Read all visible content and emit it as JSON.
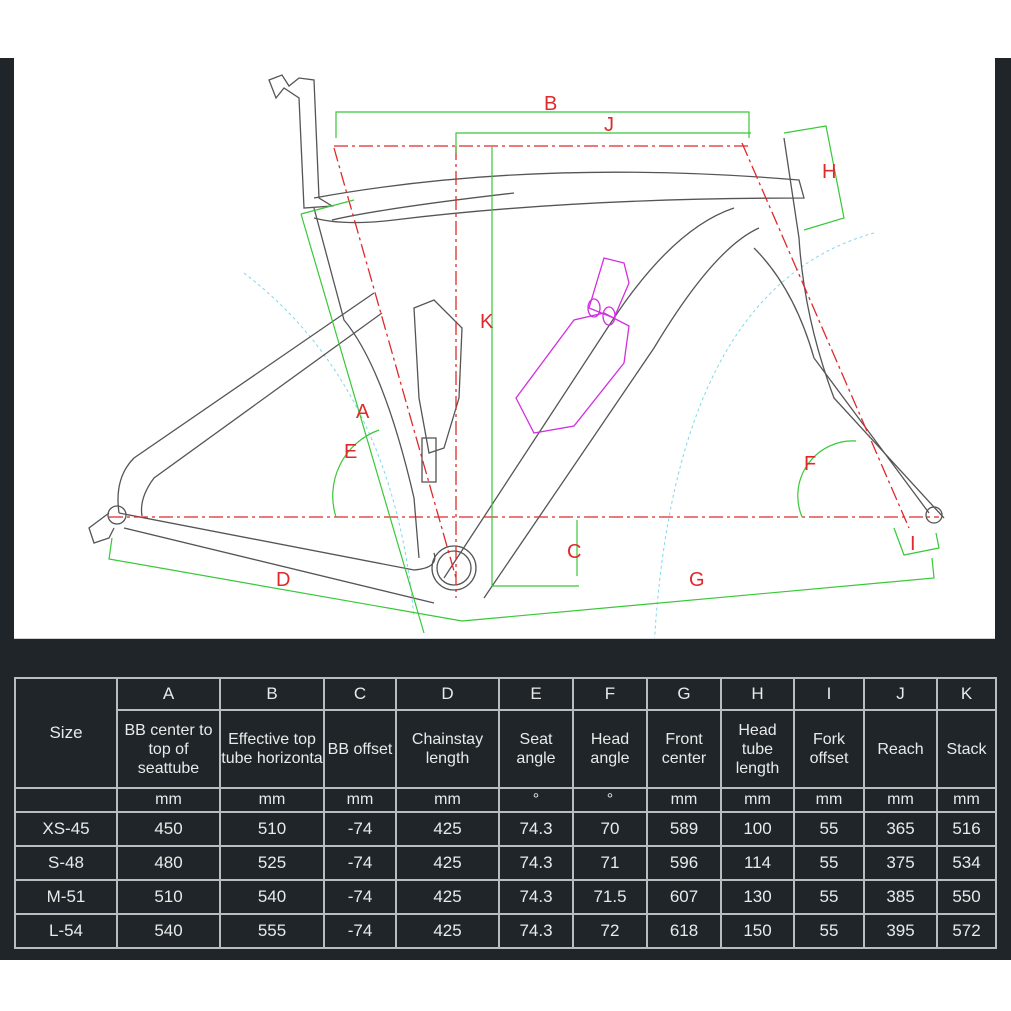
{
  "diagram": {
    "title": "Bike frame geometry diagram",
    "dimension_labels": [
      "A",
      "B",
      "C",
      "D",
      "E",
      "F",
      "G",
      "H",
      "I",
      "J",
      "K"
    ],
    "colors": {
      "frame_lines": "#555555",
      "dimension_lines": "#38c838",
      "center_lines": "#e0292b",
      "bottle_highlight": "#d22ee0",
      "arc_guides": "#7fd8e8",
      "panel_bg": "#1f2528",
      "table_border": "#b9bdbf"
    }
  },
  "table": {
    "size_header": "Size",
    "columns": [
      {
        "letter": "A",
        "description": "BB center to top of seattube",
        "unit": "mm"
      },
      {
        "letter": "B",
        "description": "Effective top tube horizonta",
        "unit": "mm"
      },
      {
        "letter": "C",
        "description": "BB offset",
        "unit": "mm"
      },
      {
        "letter": "D",
        "description": "Chainstay length",
        "unit": "mm"
      },
      {
        "letter": "E",
        "description": "Seat angle",
        "unit": "°"
      },
      {
        "letter": "F",
        "description": "Head angle",
        "unit": "°"
      },
      {
        "letter": "G",
        "description": "Front center",
        "unit": "mm"
      },
      {
        "letter": "H",
        "description": "Head tube length",
        "unit": "mm"
      },
      {
        "letter": "I",
        "description": "Fork offset",
        "unit": "mm"
      },
      {
        "letter": "J",
        "description": "Reach",
        "unit": "mm"
      },
      {
        "letter": "K",
        "description": "Stack",
        "unit": "mm"
      }
    ],
    "rows": [
      {
        "size": "XS-45",
        "values": [
          "450",
          "510",
          "-74",
          "425",
          "74.3",
          "70",
          "589",
          "100",
          "55",
          "365",
          "516"
        ]
      },
      {
        "size": "S-48",
        "values": [
          "480",
          "525",
          "-74",
          "425",
          "74.3",
          "71",
          "596",
          "114",
          "55",
          "375",
          "534"
        ]
      },
      {
        "size": "M-51",
        "values": [
          "510",
          "540",
          "-74",
          "425",
          "74.3",
          "71.5",
          "607",
          "130",
          "55",
          "385",
          "550"
        ]
      },
      {
        "size": "L-54",
        "values": [
          "540",
          "555",
          "-74",
          "425",
          "74.3",
          "72",
          "618",
          "150",
          "55",
          "395",
          "572"
        ]
      }
    ]
  }
}
